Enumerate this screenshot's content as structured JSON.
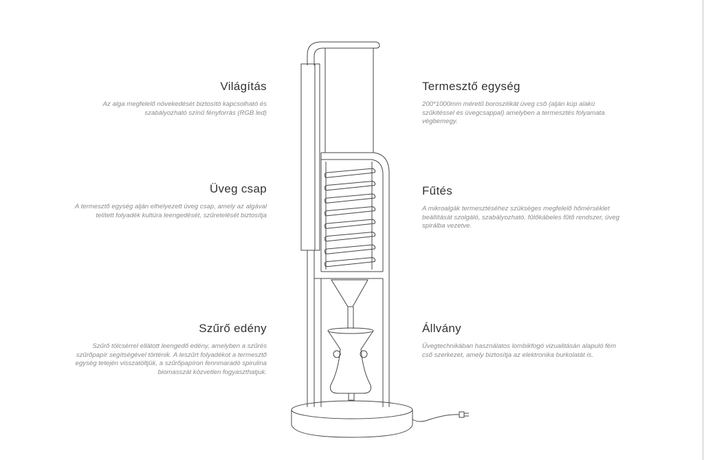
{
  "sections": {
    "lighting": {
      "title": "Világítás",
      "desc": "Az alga megfelelő növekedését biztosító kapcsolható és szabályozható színű fényforrás (RGB led)"
    },
    "tap": {
      "title": "Üveg csap",
      "desc": "A termesztő egység alján elhelyezett üveg csap, amely az algával telített folyadék kultúra leengedését, szűretelését biztosítja"
    },
    "filter": {
      "title": "Szűrő edény",
      "desc": "Szűrő tölcsérrel ellátott leengedő edény, amelyben a szűrés szűrőpapír segítségével történik. A leszűrt folyadékot a termesztő egység tetején visszatöltjük, a szűrőpapíron fennmaradó spirulina biomasszát közvetlen fogyaszthatjuk."
    },
    "unit": {
      "title": "Termesztő egység",
      "desc": "200*1000mm méretű boroszilikát üveg cső (alján kúp alakú szűkitéssel és üvegcsappal) amelyben a termesztés folyamata végbemegy."
    },
    "heating": {
      "title": "Fűtés",
      "desc": "A mikroalgák termesztéséhez szükséges megfelelő hőmérséklet beállítását szolgáló, szabályozható, fűtőkábeles fűtő rendszer, üveg spirálba vezetve."
    },
    "stand": {
      "title": "Állvány",
      "desc": "Üvegtechnikában használatos lombikfogó vizualitásán alapuló fém cső szerkezet, amely biztosítja az elektronika burkolatát is."
    }
  }
}
